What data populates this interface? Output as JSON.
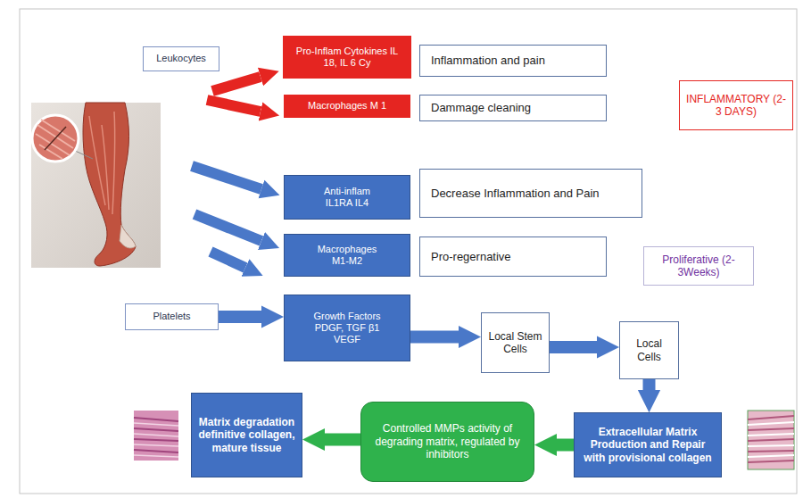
{
  "diagram": {
    "nodes": [
      {
        "text": [
          "Leukocytes"
        ]
      },
      {
        "text": [
          "Pro-Inflam Cytokines IL 18, IL 6 Cy"
        ]
      },
      {
        "text": [
          "Inflammation and pain"
        ]
      },
      {
        "text": [
          "INFLAMMATORY (2-3 DAYS)"
        ]
      },
      {
        "text": [
          "Macrophages M 1"
        ]
      },
      {
        "text": [
          "Dammage cleaning"
        ]
      },
      {
        "text": [
          "Anti-inflam IL1RA IL4"
        ]
      },
      {
        "text": [
          "Decrease Inflammation and Pain"
        ]
      },
      {
        "text": [
          "Macrophages M1-M2"
        ]
      },
      {
        "text": [
          "Pro-regernative"
        ]
      },
      {
        "text": [
          "Proliferative (2-3Weeks)"
        ]
      },
      {
        "text": [
          "Platelets"
        ]
      },
      {
        "text": [
          "Growth Factors PDGF, TGF β1 VEGF"
        ]
      },
      {
        "text": [
          "Local Stem Cells"
        ]
      },
      {
        "text": [
          "Local Cells"
        ]
      },
      {
        "text": [
          "Matrix degradation definitive collagen, mature tissue"
        ]
      },
      {
        "text": [
          "Controlled MMPs activity of degrading matrix, regulated by inhibitors"
        ]
      },
      {
        "text": [
          "Extracellular Matrix Production and Repair with provisional collagen"
        ]
      }
    ],
    "edges": [
      {
        "from": 11,
        "to": 12,
        "arrow": "to"
      },
      {
        "from": 12,
        "to": 13,
        "arrow": "to"
      },
      {
        "from": 13,
        "to": 14,
        "arrow": "to"
      },
      {
        "from": 14,
        "to": 17,
        "arrow": "to"
      },
      {
        "from": 17,
        "to": 16,
        "arrow": "to"
      },
      {
        "from": 16,
        "to": 15,
        "arrow": "to"
      }
    ]
  }
}
